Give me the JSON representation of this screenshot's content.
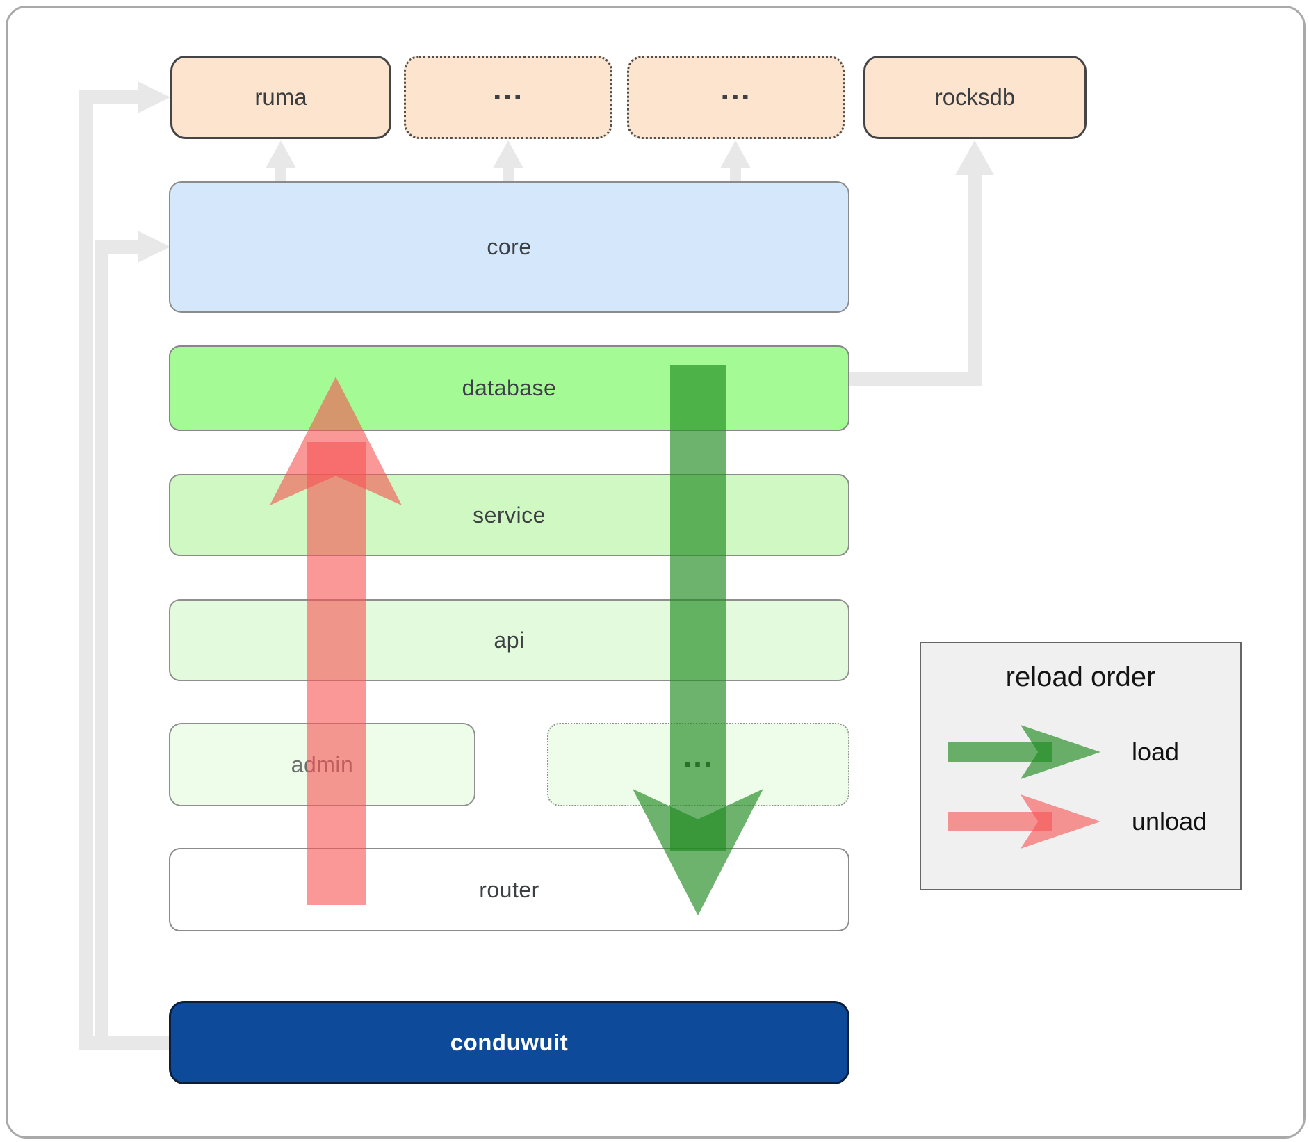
{
  "diagram": {
    "nodes": {
      "ruma": "ruma",
      "ellipsis_1": "...",
      "ellipsis_2": "...",
      "rocksdb": "rocksdb",
      "core": "core",
      "database": "database",
      "service": "service",
      "api": "api",
      "admin": "admin",
      "ellipsis_3": "...",
      "router": "router",
      "conduwuit": "conduwuit"
    },
    "legend": {
      "title": "reload order",
      "items": [
        {
          "label": "load",
          "color": "#1f8a1f"
        },
        {
          "label": "unload",
          "color": "#f65252"
        }
      ]
    },
    "colors": {
      "load_arrow": "rgba(31,138,31,0.65)",
      "unload_arrow": "rgba(246,82,82,0.6)",
      "connector": "#e8e8e8",
      "node_peach": "#fce4ce",
      "core_blue": "#d5e8fb",
      "database_green": "#a4fb96",
      "service_green": "#cff8c3",
      "api_green": "#e3fbdc",
      "admin_green": "#eefcea",
      "conduwuit_blue": "#0d4a99"
    }
  }
}
